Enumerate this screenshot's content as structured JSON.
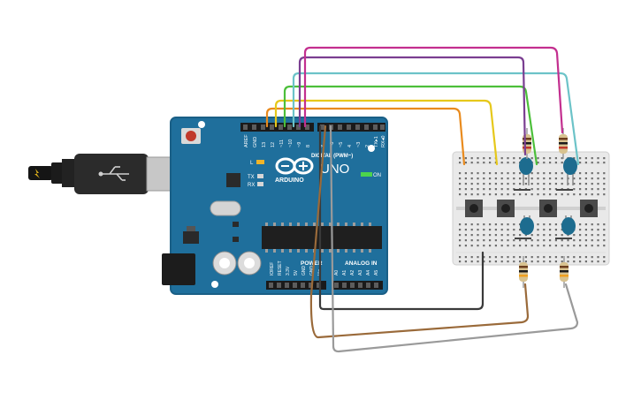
{
  "board": {
    "model": "UNO",
    "brand": "ARDUINO",
    "on_label": "ON",
    "tx_label": "TX",
    "rx_label": "RX",
    "l_label": "L",
    "digital_header": "DIGITAL (PWM~)",
    "power_header": "POWER",
    "analog_header": "ANALOG IN",
    "digital_pins": [
      "AREF",
      "GND",
      "13",
      "12",
      "~11",
      "~10",
      "~9",
      "8",
      "7",
      "~6",
      "~5",
      "4",
      "~3",
      "2",
      "TX▸1",
      "RX◂0"
    ],
    "power_pins": [
      "IOREF",
      "RESET",
      "3.3V",
      "5V",
      "GND",
      "GND",
      "Vin"
    ],
    "analog_pins": [
      "A0",
      "A1",
      "A2",
      "A3",
      "A4",
      "A5"
    ]
  },
  "colors": {
    "board": "#1f6f9c",
    "board_edge": "#1a5f86",
    "breadboard": "#e9e9e9",
    "wire_orange": "#e98b1e",
    "wire_yellow": "#e6c81b",
    "wire_green": "#4cbf3a",
    "wire_teal": "#6cc3c8",
    "wire_purple": "#7a3e91",
    "wire_magenta": "#c32f8f",
    "wire_black": "#3a3a3a",
    "wire_brown": "#9a6a3a",
    "wire_gray": "#9a9a9a",
    "led": "#1d6c8f",
    "resistor": "#d8c28f"
  }
}
